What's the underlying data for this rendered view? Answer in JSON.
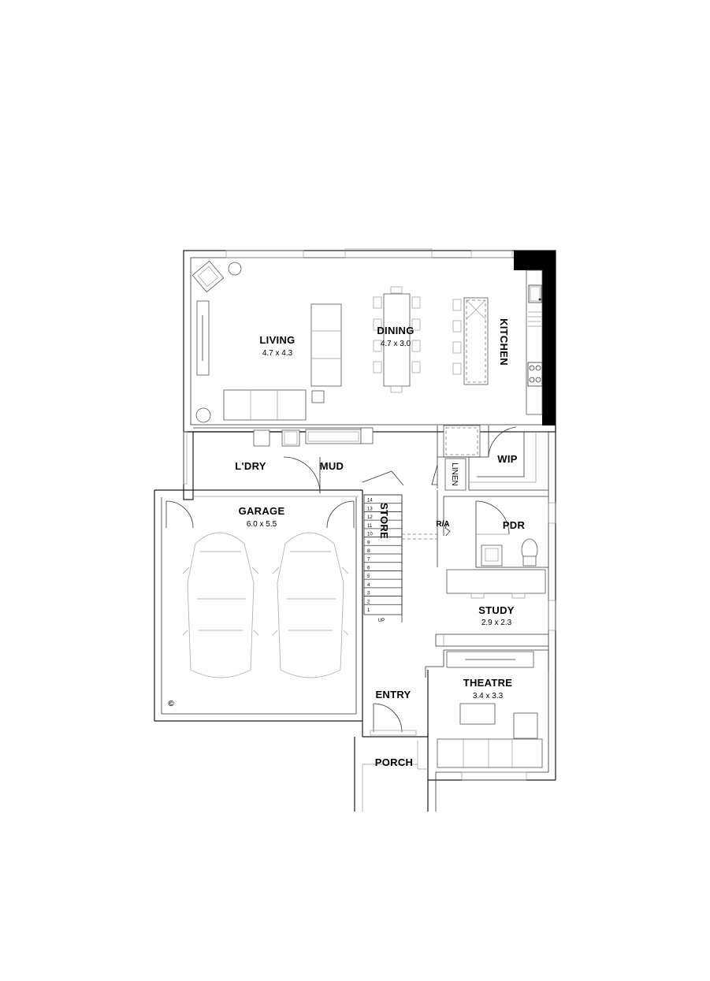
{
  "rooms": {
    "living": {
      "name": "LIVING",
      "size": "4.7 x 4.3"
    },
    "dining": {
      "name": "DINING",
      "size": "4.7 x 3.0"
    },
    "kitchen": {
      "name": "KITCHEN"
    },
    "laundry": {
      "name": "L'DRY"
    },
    "mud": {
      "name": "MUD"
    },
    "wip": {
      "name": "WIP"
    },
    "linen": {
      "name": "LINEN"
    },
    "garage": {
      "name": "GARAGE",
      "size": "6.0 x 5.5"
    },
    "store": {
      "name": "STORE"
    },
    "pdr": {
      "name": "PDR"
    },
    "study": {
      "name": "STUDY",
      "size": "2.9 x 2.3"
    },
    "theatre": {
      "name": "THEATRE",
      "size": "3.4 x 3.3"
    },
    "entry": {
      "name": "ENTRY"
    },
    "porch": {
      "name": "PORCH"
    }
  },
  "annotations": {
    "return_air": "R/A",
    "stair_up": "UP",
    "copyright": "©"
  },
  "stairs": {
    "steps": [
      "1",
      "2",
      "3",
      "4",
      "5",
      "6",
      "7",
      "8",
      "9",
      "10",
      "11",
      "12",
      "13",
      "14"
    ]
  }
}
